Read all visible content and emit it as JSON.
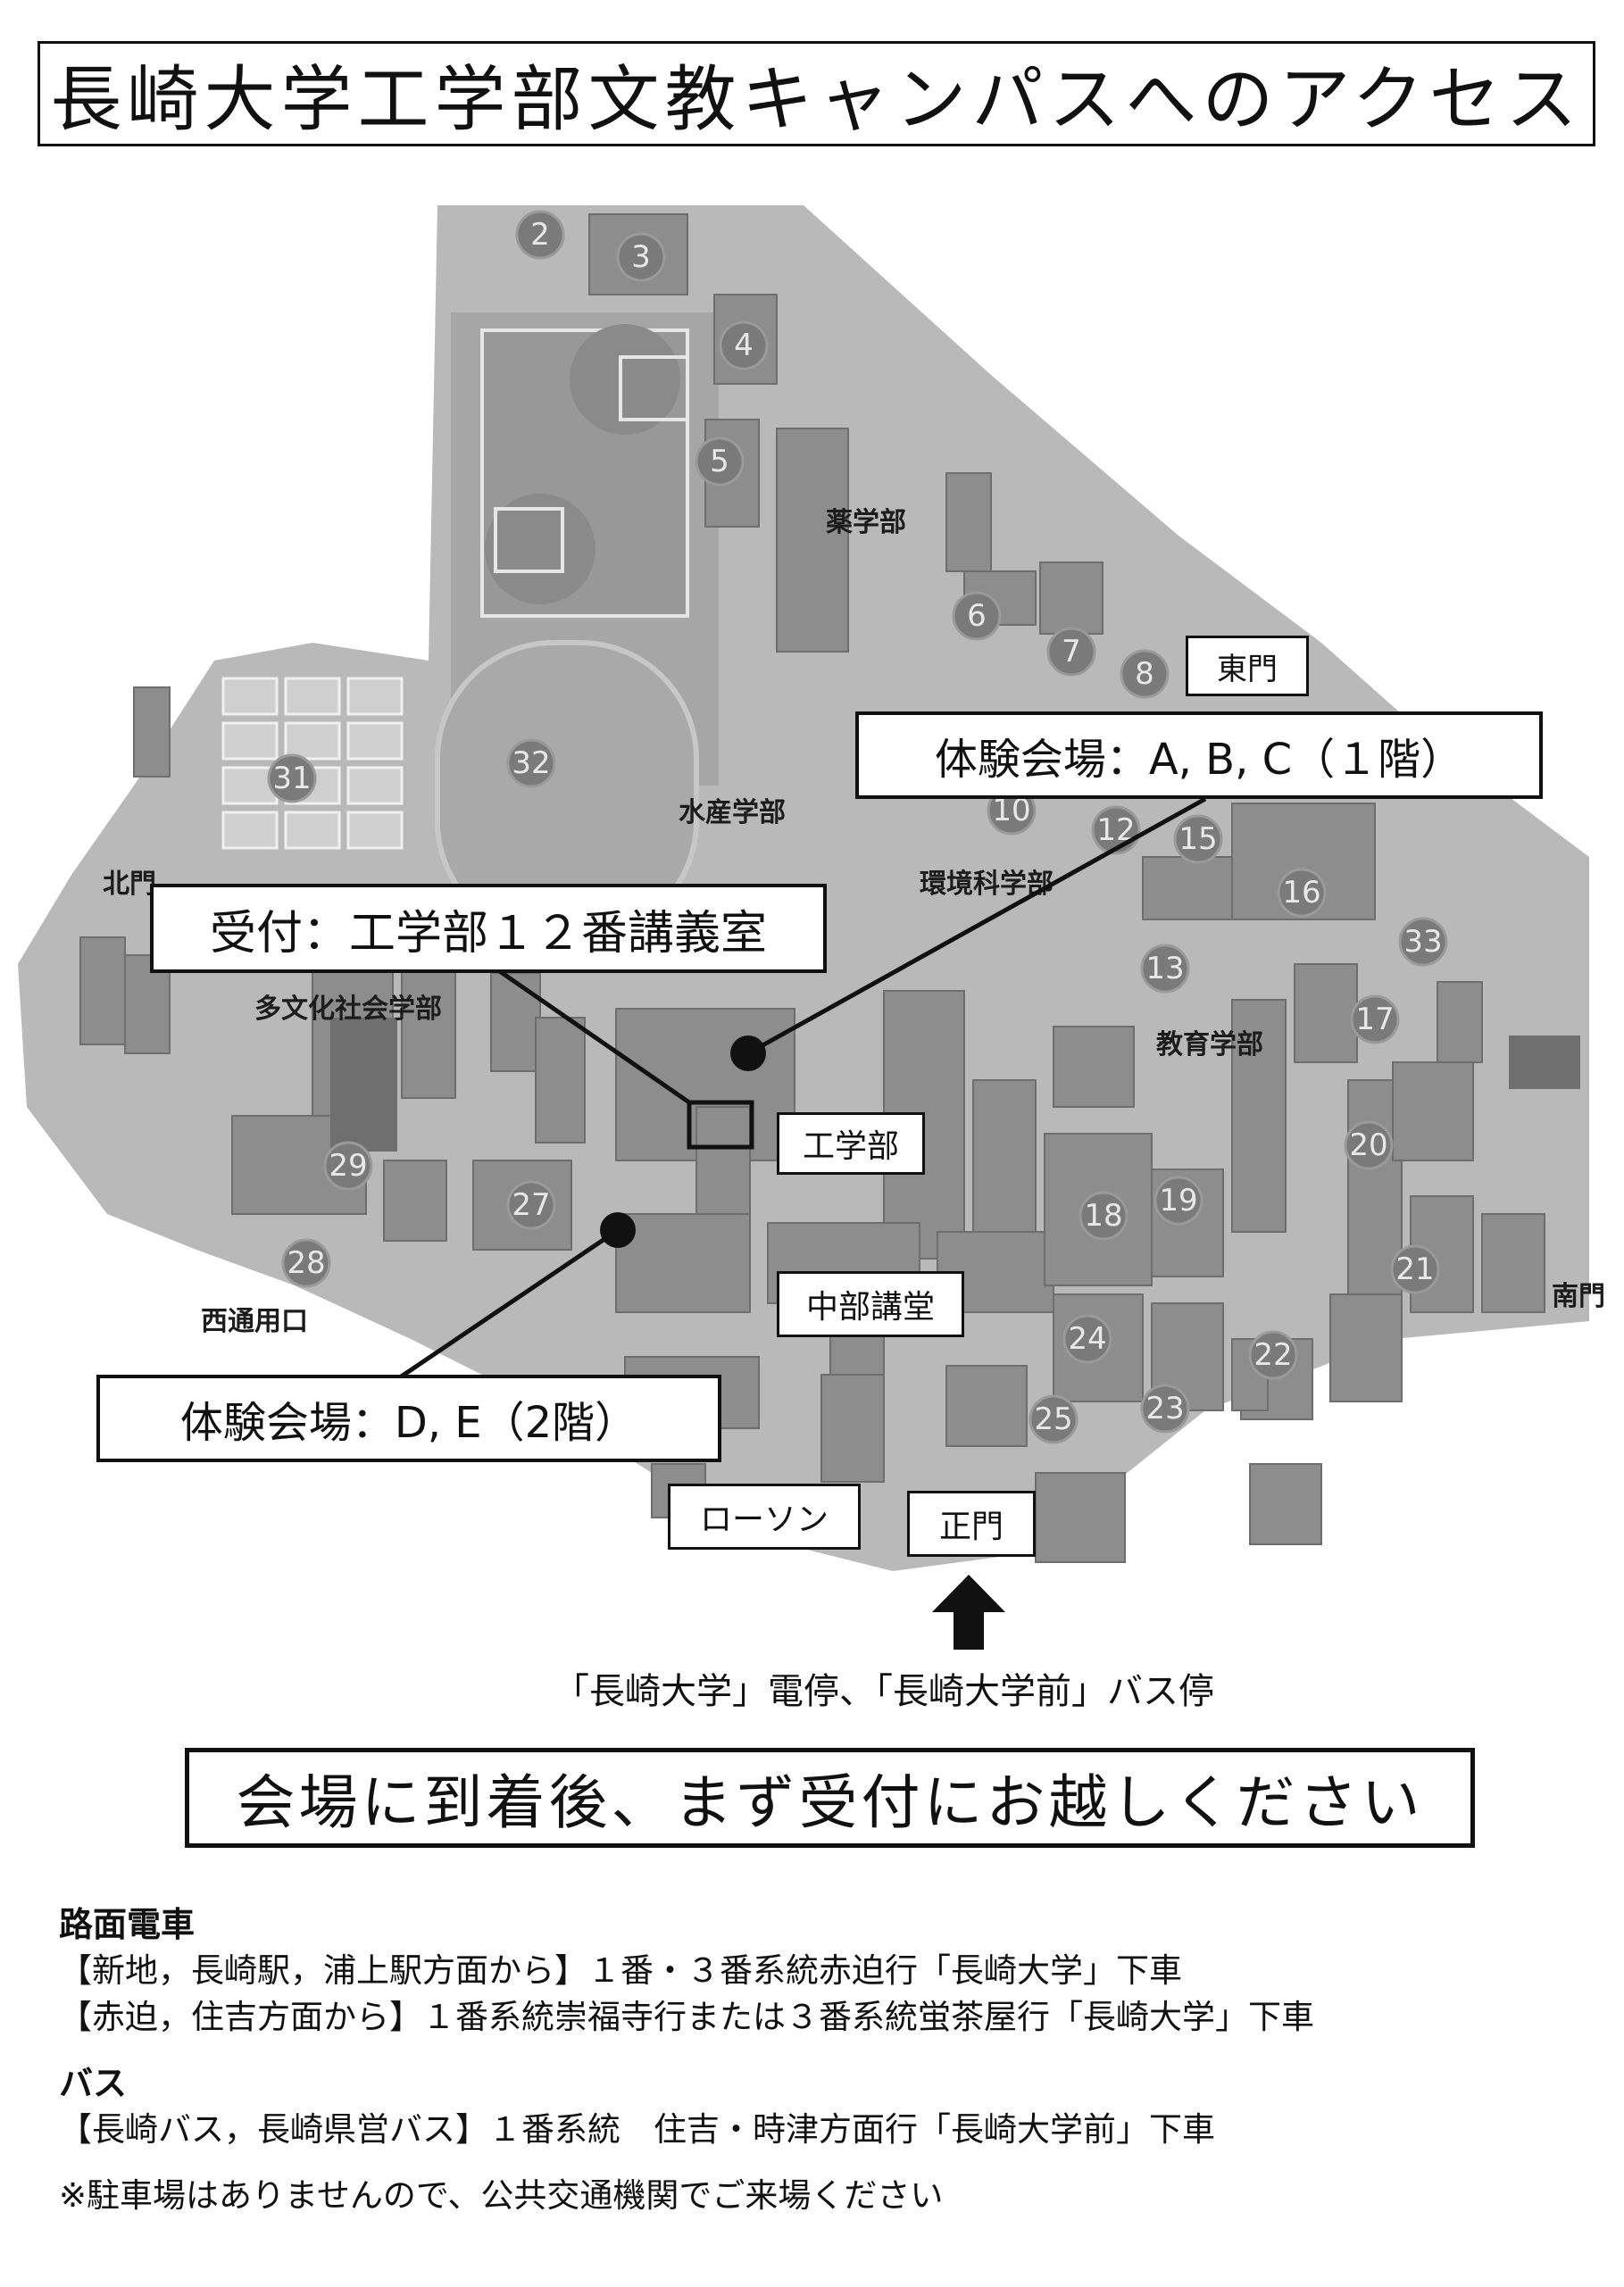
{
  "title": "長崎大学工学部文教キャンパスへのアクセス",
  "map": {
    "area_labels": [
      {
        "id": "yakugaku",
        "text": "薬学部"
      },
      {
        "id": "suisan",
        "text": "水産学部"
      },
      {
        "id": "kankyo",
        "text": "環境科学部"
      },
      {
        "id": "tabunka",
        "text": "多文化社会学部"
      },
      {
        "id": "kyoiku",
        "text": "教育学部"
      },
      {
        "id": "kitamon",
        "text": "北門"
      },
      {
        "id": "minamimon",
        "text": "南門"
      },
      {
        "id": "nishidori",
        "text": "西通用口"
      }
    ],
    "building_numbers": [
      "2",
      "3",
      "4",
      "5",
      "6",
      "7",
      "8",
      "10",
      "12",
      "13",
      "15",
      "16",
      "17",
      "18",
      "19",
      "20",
      "21",
      "22",
      "23",
      "24",
      "25",
      "27",
      "28",
      "29",
      "31",
      "32",
      "33"
    ],
    "callouts": {
      "east_gate": "東門",
      "venue_abc": "体験会場：A, B, C（１階）",
      "reception": "受付：工学部１２番講義室",
      "engineering": "工学部",
      "chubu_hall": "中部講堂",
      "venue_de": "体験会場：D, E（2階）",
      "lawson": "ローソン",
      "main_gate": "正門"
    }
  },
  "stop_caption": "「長崎大学」電停、「長崎大学前」バス停",
  "notice": "会場に到着後、まず受付にお越しください",
  "transit": {
    "tram_heading": "路面電車",
    "tram_lines": [
      "【新地，長崎駅，浦上駅方面から】１番・３番系統赤迫行「長崎大学」下車",
      "【赤迫，住吉方面から】１番系統崇福寺行または３番系統蛍茶屋行「長崎大学」下車"
    ],
    "bus_heading": "バス",
    "bus_lines": [
      "【長崎バス，長崎県営バス】１番系統　住吉・時津方面行「長崎大学前」下車"
    ],
    "parking_note": "※駐車場はありませんので、公共交通機関でご来場ください"
  }
}
